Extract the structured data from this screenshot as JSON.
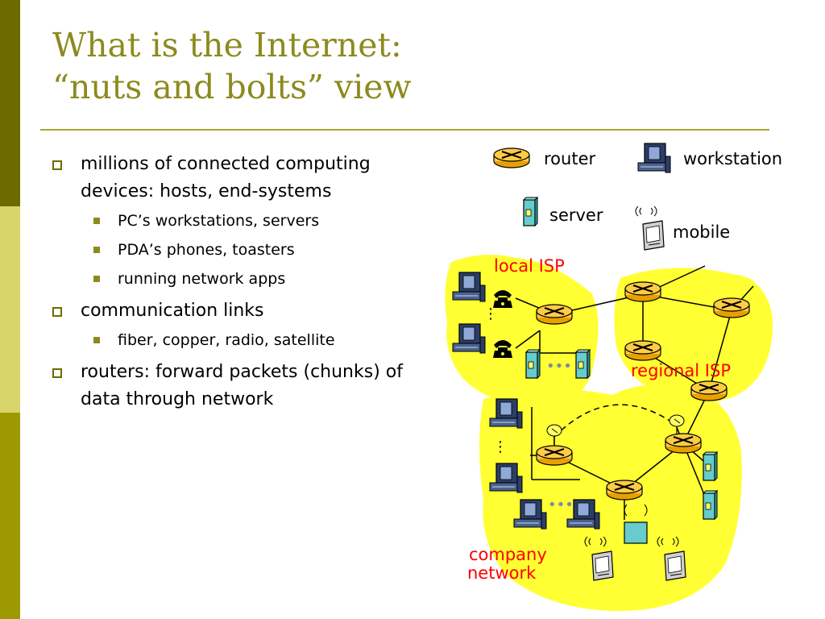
{
  "slide": {
    "title_line1": "What is the Internet:",
    "title_line2": "“nuts and bolts” view"
  },
  "bullets": [
    {
      "text": "millions of connected computing devices: hosts, end-systems",
      "sub": [
        "PC’s workstations, servers",
        "PDA’s phones, toasters",
        "running network apps"
      ]
    },
    {
      "text": "communication links",
      "sub": [
        "fiber, copper, radio, satellite"
      ]
    },
    {
      "text": "routers: forward packets (chunks) of data through network",
      "sub": []
    }
  ],
  "diagram": {
    "legend": {
      "router": "router",
      "workstation": "workstation",
      "server": "server",
      "mobile": "mobile"
    },
    "labels": {
      "local_isp": "local ISP",
      "regional_isp": "regional ISP",
      "company_line1": "company",
      "company_line2": "network"
    }
  },
  "colors": {
    "accent": "#8c8a1e",
    "sidebar_dark": "#6b6b00",
    "sidebar_light": "#d6d46a",
    "cloud": "#ffff33",
    "router_fill": "#ffcc44",
    "label_red": "#ff0000",
    "server_fill": "#66cccc"
  },
  "icons": [
    "router-icon",
    "workstation-icon",
    "server-icon",
    "mobile-icon",
    "telephone-icon",
    "satellite-dish-icon",
    "antenna-icon"
  ]
}
